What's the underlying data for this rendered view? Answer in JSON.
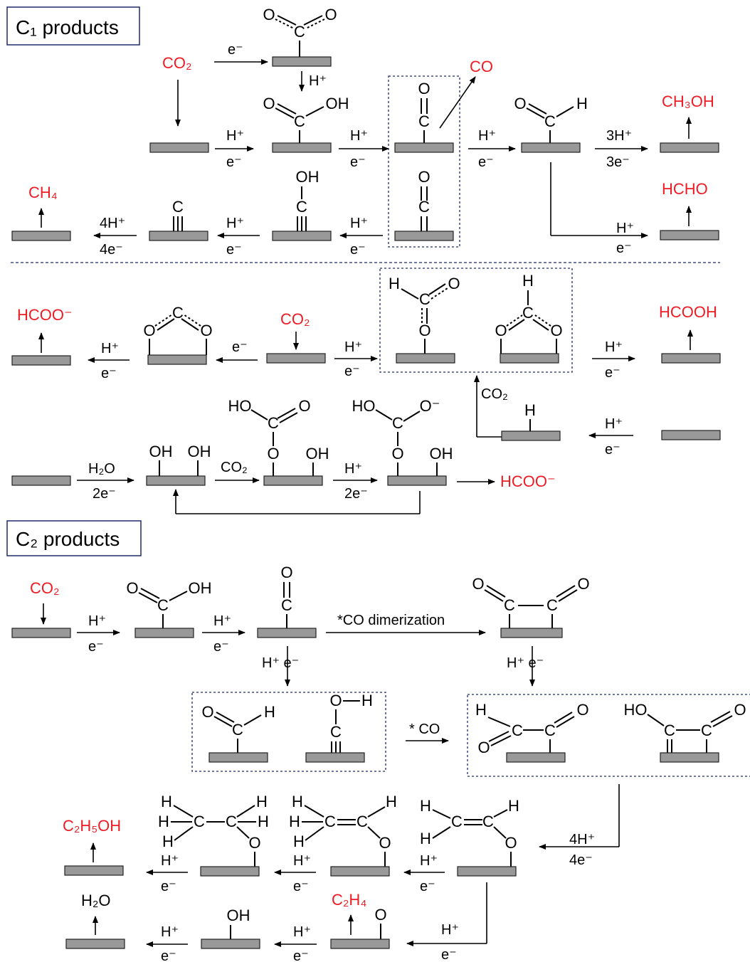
{
  "sections": {
    "c1_title": "C₁ products",
    "c2_title": "C₂ products"
  },
  "products": {
    "co2": "CO₂",
    "co": "CO",
    "ch3oh": "CH₃OH",
    "hcho": "HCHO",
    "ch4": "CH₄",
    "hcoo": "HCOO⁻",
    "hcooh": "HCOOH",
    "c2h5oh": "C₂H₅OH",
    "c2h4": "C₂H₄",
    "h2o": "H₂O"
  },
  "conditions": {
    "e": "e⁻",
    "h": "H⁺",
    "h3": "3H⁺",
    "e3": "3e⁻",
    "h4": "4H⁺",
    "e4": "4e⁻",
    "e2": "2e⁻",
    "h2o": "H₂O",
    "co2": "CO₂",
    "co_dimer": "*CO dimerization",
    "co_star": "* CO",
    "h_e": "H⁺  e⁻"
  },
  "colors": {
    "product": "#ee1c24",
    "slab": "#999999",
    "box": "#1f2a6b"
  }
}
